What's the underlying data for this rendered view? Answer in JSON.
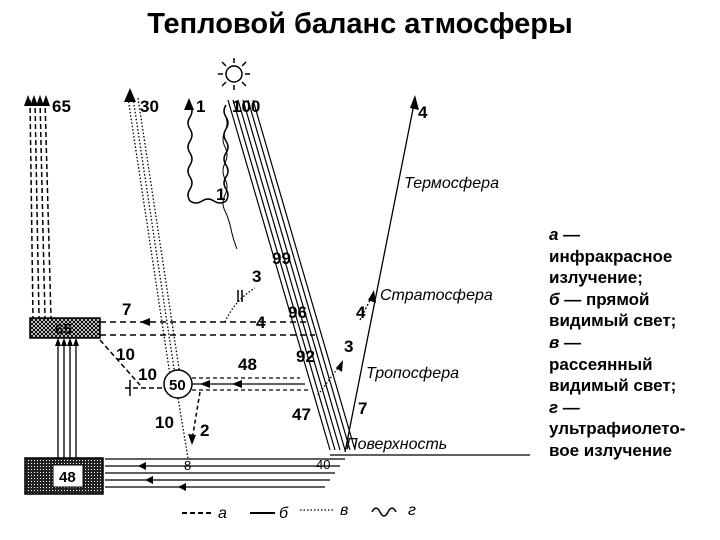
{
  "title": "Тепловой баланс атмосферы",
  "numbers": {
    "n65_top": "65",
    "n30": "30",
    "n1_top": "1",
    "n100": "100",
    "n4_top": "4",
    "n1_mid": "1",
    "n99": "99",
    "n3_a": "3",
    "n7_left": "7",
    "n4_left": "4",
    "n96": "96",
    "n4_right": "4",
    "n65_box": "65",
    "n10_a": "10",
    "n10_b": "10",
    "n48_mid": "48",
    "n92": "92",
    "n3_b": "3",
    "n50": "50",
    "n47": "47",
    "n7_right": "7",
    "n10_c": "10",
    "n2": "2",
    "n8": "8",
    "n40": "40",
    "n48_box": "48"
  },
  "layers": {
    "thermosphere": "Термосфера",
    "stratosphere": "Стратосфера",
    "troposphere": "Тропосфера",
    "surface": "Поверхность"
  },
  "bottom_keys": {
    "a": "а",
    "b": "б",
    "v": "в",
    "g": "г"
  },
  "legend": {
    "l1": "а —",
    "l2": "инфракрасное",
    "l3": "излучение;",
    "l4_key": "б",
    "l4_rest": " — прямой",
    "l5": "видимый свет;",
    "l6": "в —",
    "l7": "рассеянный",
    "l8": "видимый свет;",
    "l9": "г —",
    "l10": "ультрафиолето-",
    "l11": "вое излучение"
  }
}
